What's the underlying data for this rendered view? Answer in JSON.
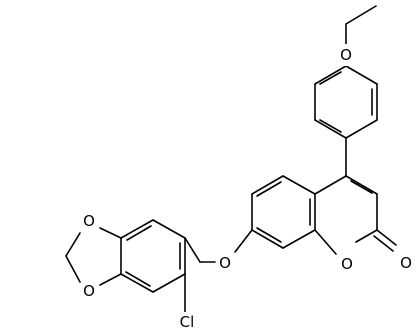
{
  "molecule": {
    "atoms": {
      "methyl_O": "O",
      "lactone_ring_O": "O",
      "carbonyl_O": "O",
      "ether_O": "O",
      "dioxole_O_top": "O",
      "dioxole_O_bottom": "O",
      "chlorine": "Cl"
    }
  },
  "colors": {
    "bond": "#000000",
    "label": "#000000",
    "background": "#ffffff"
  }
}
